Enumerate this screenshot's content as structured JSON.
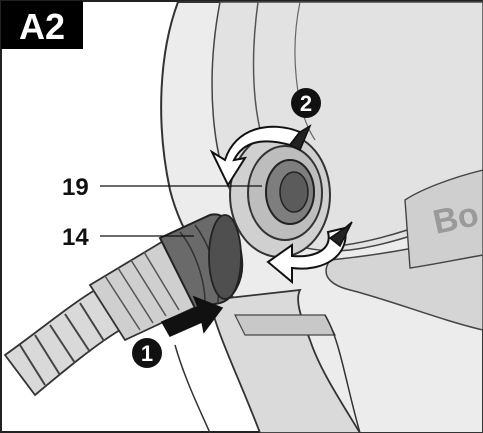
{
  "figure": {
    "id_label": "A2",
    "callouts": {
      "hose_end": "19",
      "adapter": "14"
    },
    "steps": {
      "insert": "1",
      "rotate": "2"
    },
    "brand_fragment": "Bo"
  },
  "colors": {
    "ink": "#111111",
    "housing_light": "#e6e6e6",
    "housing_mid": "#c9c9c9",
    "housing_dark": "#8f8f8f"
  }
}
